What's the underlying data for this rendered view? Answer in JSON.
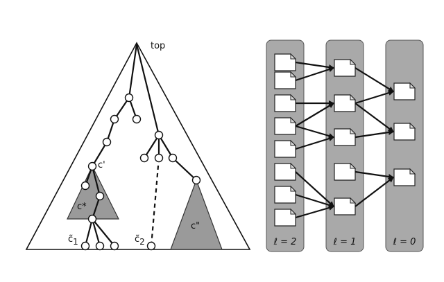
{
  "tree": {
    "top_label": "top",
    "c_prime_label": "c'",
    "c_star_label": "c*",
    "c_double_prime_label": "c\"",
    "c_tilde_1_label": "c̃",
    "c_tilde_1_sub": "1",
    "c_tilde_2_label": "c̃",
    "c_tilde_2_sub": "2"
  },
  "columns": [
    {
      "label": "ℓ = 2",
      "doc_count": 8
    },
    {
      "label": "ℓ = 1",
      "doc_count": 5
    },
    {
      "label": "ℓ = 0",
      "doc_count": 3
    }
  ],
  "colors": {
    "column_fill": "#a9a9a9",
    "subtree_fill": "#9a9a9a",
    "line": "#111111"
  }
}
